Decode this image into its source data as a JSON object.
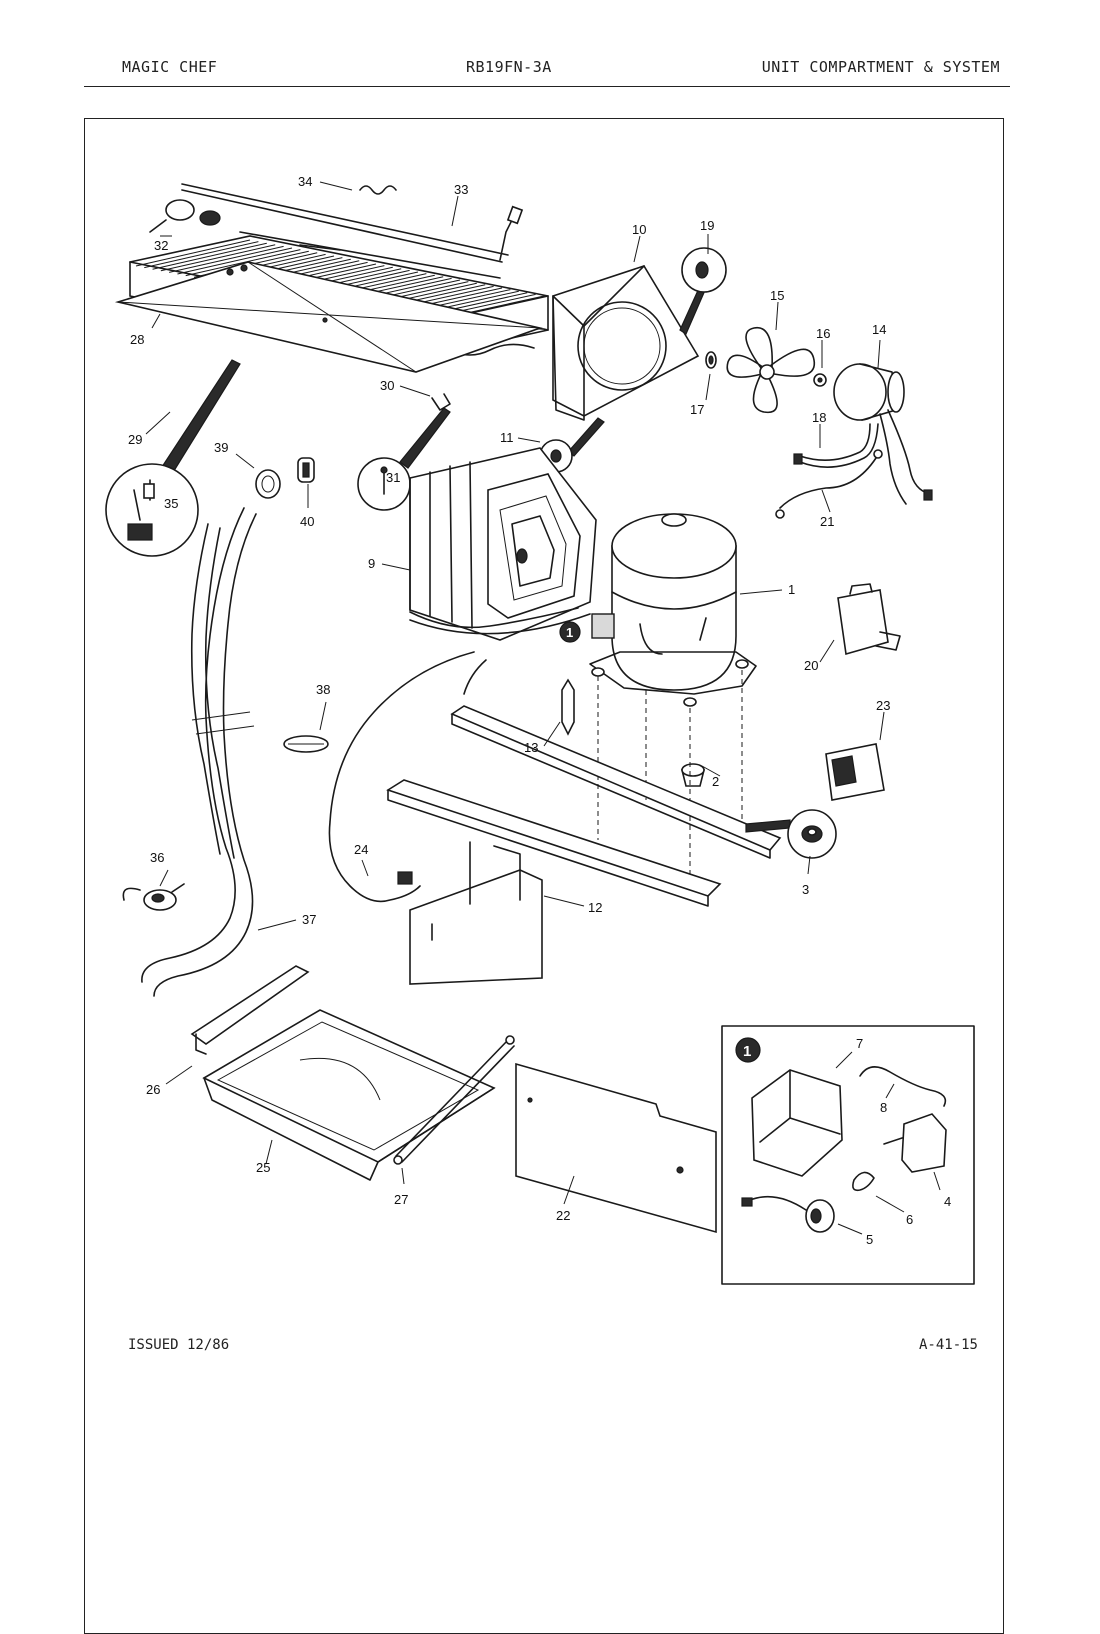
{
  "header": {
    "left": "MAGIC CHEF",
    "center": "RB19FN-3A",
    "right": "UNIT COMPARTMENT & SYSTEM"
  },
  "footer": {
    "left": "ISSUED 12/86",
    "right": "A-41-15"
  },
  "callouts": {
    "inset_marker": "1",
    "parts": [
      "1",
      "2",
      "3",
      "4",
      "5",
      "6",
      "7",
      "8",
      "9",
      "10",
      "11",
      "12",
      "13",
      "14",
      "15",
      "16",
      "17",
      "18",
      "19",
      "20",
      "21",
      "22",
      "23",
      "24",
      "25",
      "26",
      "27",
      "28",
      "29",
      "30",
      "31",
      "32",
      "33",
      "34",
      "35",
      "36",
      "37",
      "38",
      "39",
      "40"
    ]
  }
}
